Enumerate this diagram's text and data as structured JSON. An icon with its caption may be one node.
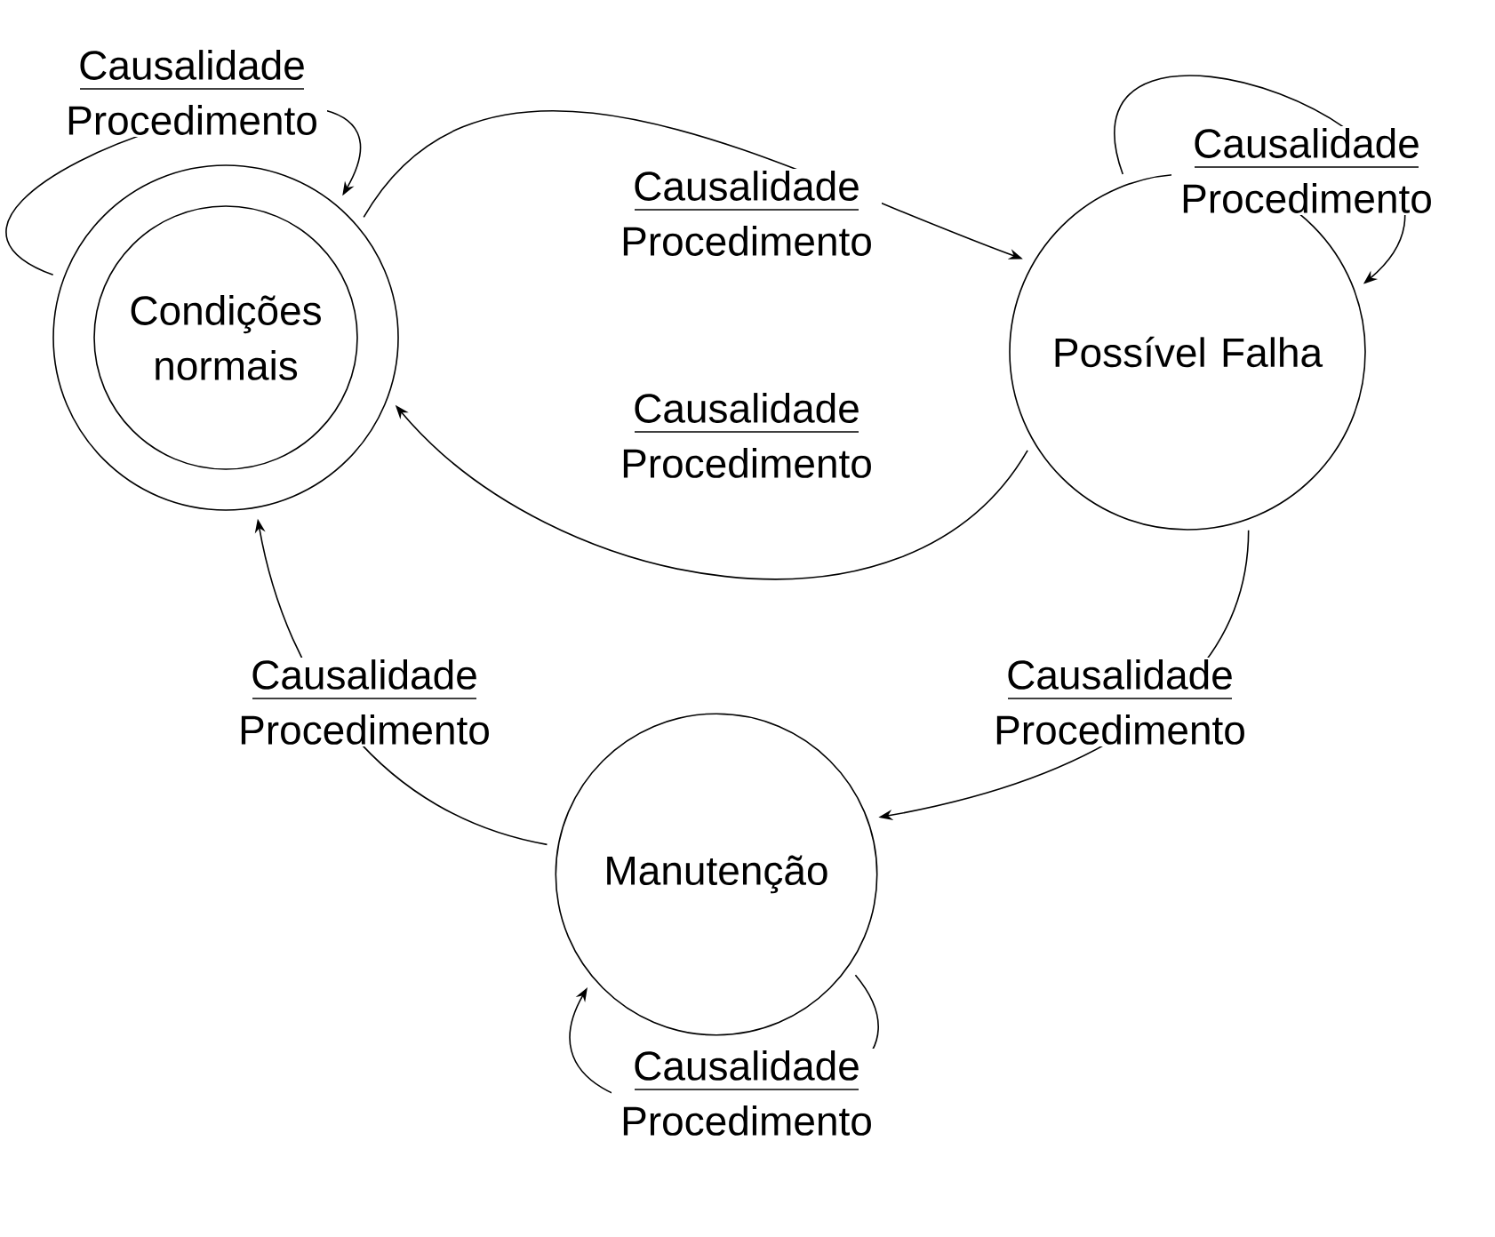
{
  "diagram": {
    "nodes": [
      {
        "text": [
          "Condições normais"
        ]
      },
      {
        "text": [
          "Possível Falha"
        ]
      },
      {
        "text": [
          "Manutenção"
        ]
      }
    ],
    "edges": [
      {
        "from": 0,
        "to": 0,
        "arrow": "to",
        "label": "Causalidade Procedimento"
      },
      {
        "from": 0,
        "to": 1,
        "arrow": "to",
        "label": "Causalidade Procedimento"
      },
      {
        "from": 1,
        "to": 0,
        "arrow": "to",
        "label": "Causalidade Procedimento"
      },
      {
        "from": 1,
        "to": 1,
        "arrow": "to",
        "label": "Causalidade Procedimento"
      },
      {
        "from": 1,
        "to": 2,
        "arrow": "to",
        "label": "Causalidade Procedimento"
      },
      {
        "from": 2,
        "to": 0,
        "arrow": "to",
        "label": "Causalidade Procedimento"
      },
      {
        "from": 2,
        "to": 2,
        "arrow": "to",
        "label": "Causalidade Procedimento"
      }
    ]
  }
}
